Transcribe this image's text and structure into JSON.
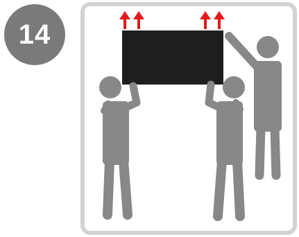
{
  "step": {
    "number": "14"
  },
  "colors": {
    "badge": "#7a7a7a",
    "person": "#888888",
    "panel_border": "#d3d3d3",
    "screen": "#1e1e1e",
    "arrow": "#e3191c"
  },
  "illustration": {
    "people_count": 3,
    "upward_arrow_count": 4
  }
}
